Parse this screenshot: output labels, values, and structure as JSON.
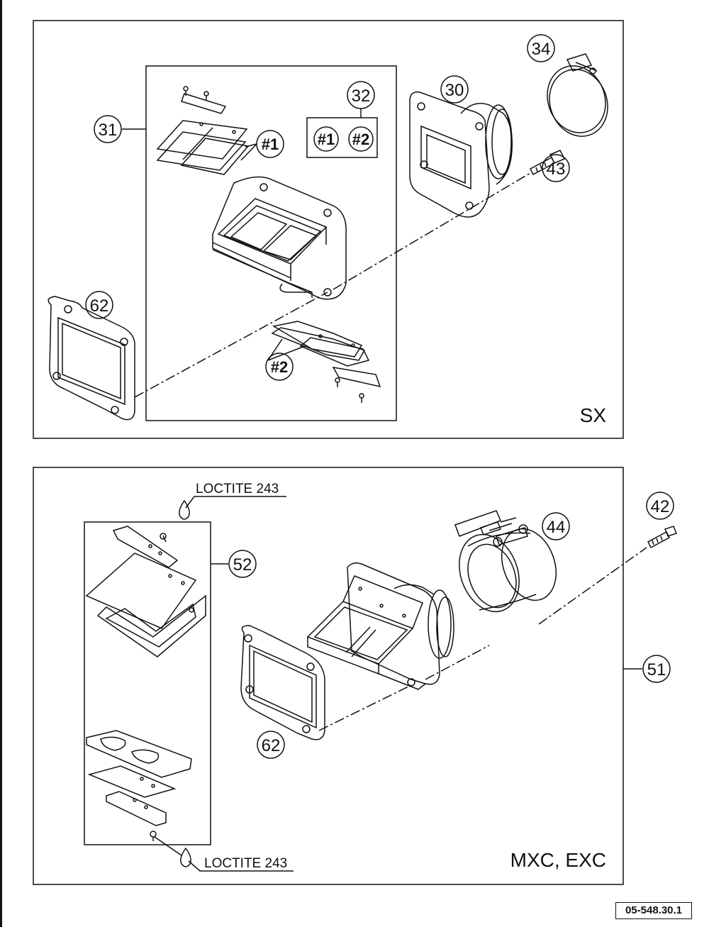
{
  "reference_code": "05-548.30.1",
  "sx_panel": {
    "variant_label": "SX",
    "callouts": {
      "c34": "34",
      "c30": "30",
      "c32": "32",
      "c32_a": "#1",
      "c32_b": "#2",
      "c31": "31",
      "c1": "#1",
      "c43": "43",
      "c62": "62",
      "c2": "#2"
    }
  },
  "mxc_panel": {
    "variant_label": "MXC, EXC",
    "callouts": {
      "c42": "42",
      "c44": "44",
      "c52": "52",
      "c51": "51",
      "c62": "62"
    },
    "notes": {
      "loctite_top": "LOCTITE 243",
      "loctite_bottom": "LOCTITE 243"
    }
  }
}
